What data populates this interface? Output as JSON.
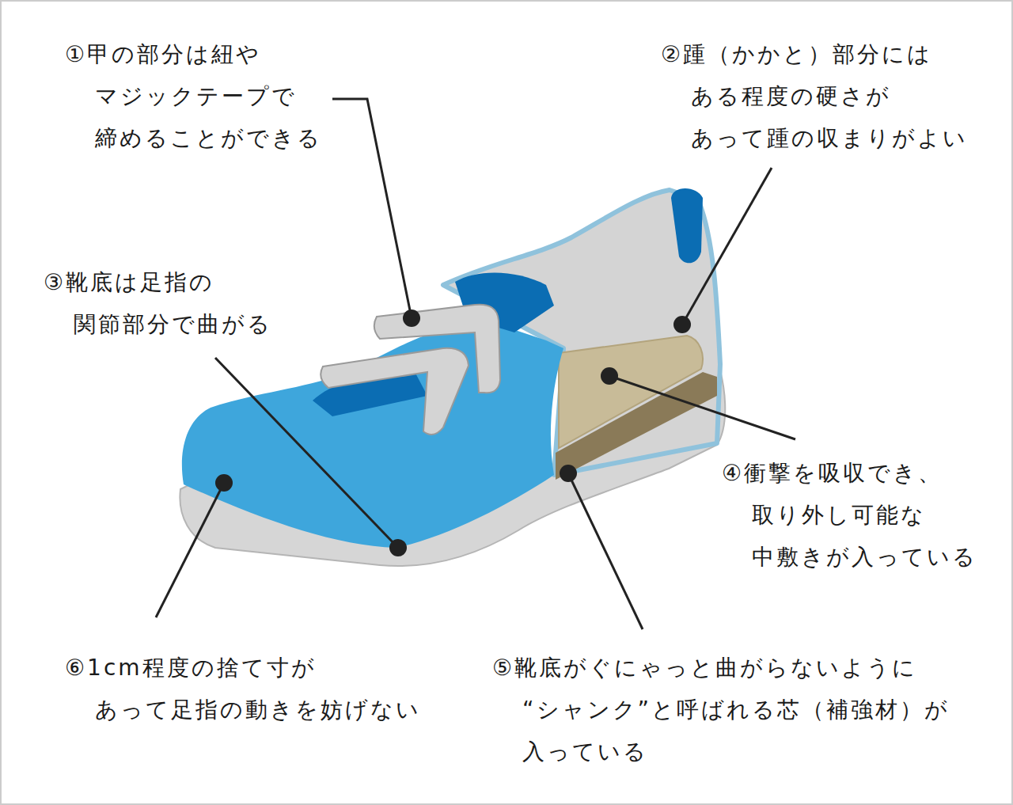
{
  "diagram": {
    "labels": [
      "①甲の部分は紐や マジックテープで 締めることができる",
      "②踵（かかと）部分には ある程度の硬さが あって踵の収まりがよい",
      "③靴底は足指の 関節部分で曲がる",
      "④衝撃を吸収でき、 取り外し可能な 中敷きが入っている",
      "⑤靴底がぐにゃっと曲がらないように “シャンク”と呼ばれる芯（補強材）が 入っている",
      "⑥1cm程度の捨て寸が あって足指の動きを妨げない"
    ]
  }
}
